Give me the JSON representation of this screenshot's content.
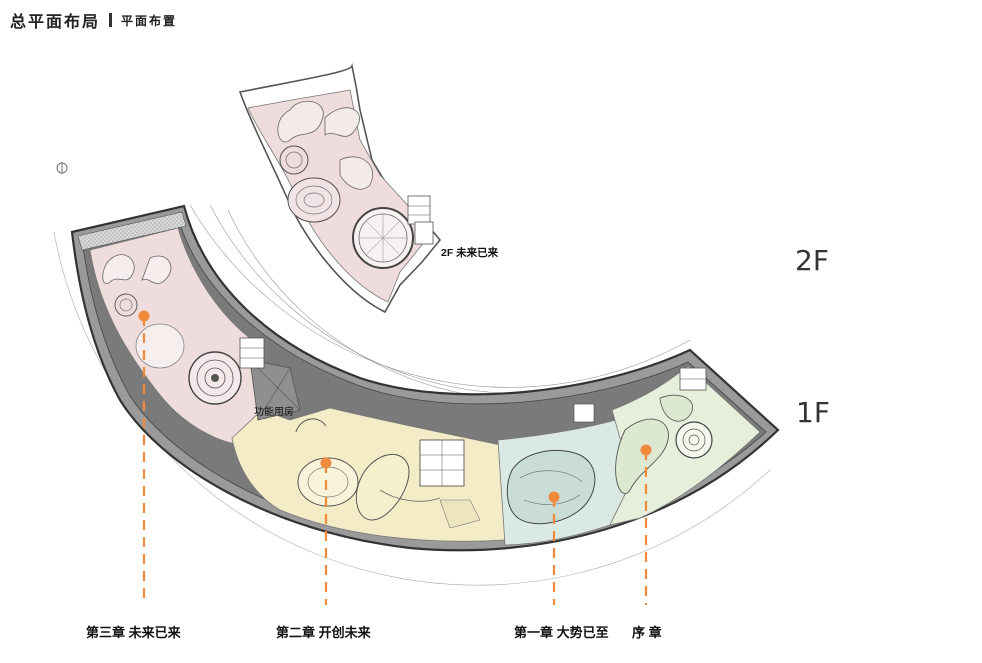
{
  "header": {
    "title": "总平面布局",
    "subtitle": "平面布置"
  },
  "floors": {
    "upper": "2F",
    "lower": "1F"
  },
  "labels": {
    "floor2_zone": "2F 未来已来",
    "function_room": "功能用房"
  },
  "chapters": [
    {
      "label": "第三章 未来已来"
    },
    {
      "label": "第二章 开创未来"
    },
    {
      "label": "第一章 大势已至"
    },
    {
      "label": "序 章"
    }
  ],
  "colors": {
    "accent": "#f08a3c",
    "zone_pink": "#efdcdc",
    "zone_yellow": "#f3ecc6",
    "zone_teal": "#dbe9e4",
    "zone_green": "#e6efdc",
    "wall": "#555555",
    "dark_fill": "#6f6f6f"
  }
}
